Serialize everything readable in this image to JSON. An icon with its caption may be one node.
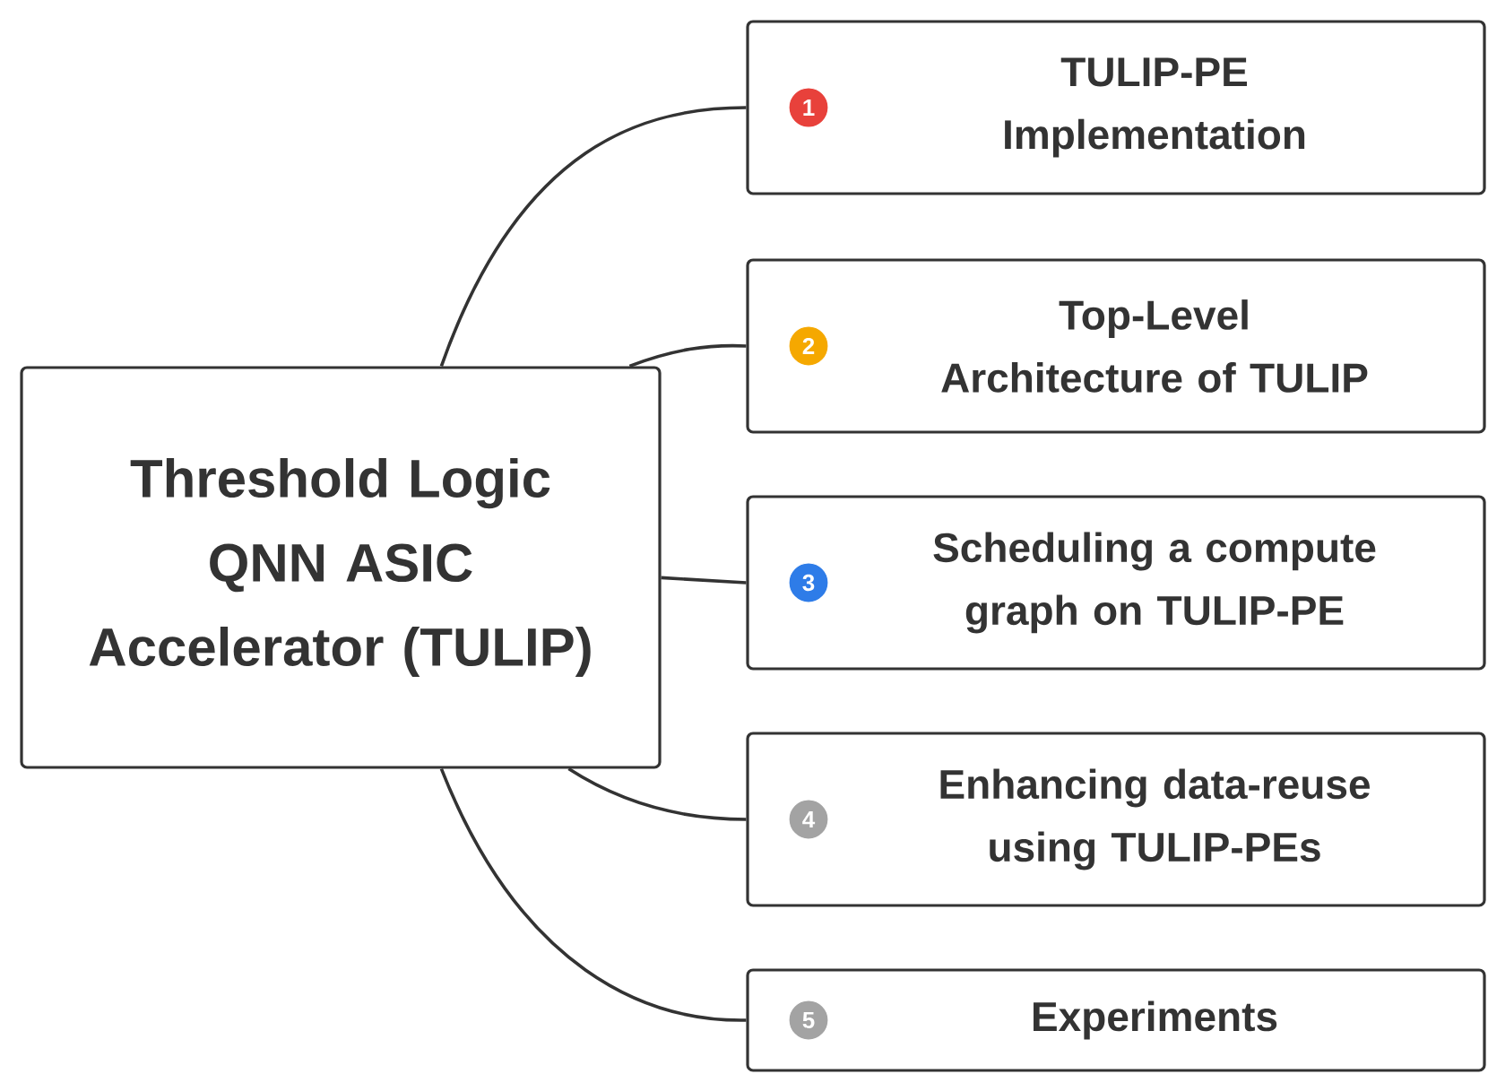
{
  "diagram": {
    "nodes": [
      {
        "text": [
          "Threshold Logic QNN ASIC Accelerator (TULIP)"
        ]
      },
      {
        "text": [
          "1",
          "TULIP-PE Implementation"
        ]
      },
      {
        "text": [
          "2",
          "Top-Level Architecture of TULIP"
        ]
      },
      {
        "text": [
          "3",
          "Scheduling a compute graph on TULIP-PE"
        ]
      },
      {
        "text": [
          "4",
          "Enhancing data-reuse using TULIP-PEs"
        ]
      },
      {
        "text": [
          "5",
          "Experiments"
        ]
      }
    ],
    "edges": [
      {
        "from": 0,
        "to": 1,
        "arrow": "none"
      },
      {
        "from": 0,
        "to": 2,
        "arrow": "none"
      },
      {
        "from": 0,
        "to": 3,
        "arrow": "none"
      },
      {
        "from": 0,
        "to": 4,
        "arrow": "none"
      },
      {
        "from": 0,
        "to": 5,
        "arrow": "none"
      }
    ]
  }
}
